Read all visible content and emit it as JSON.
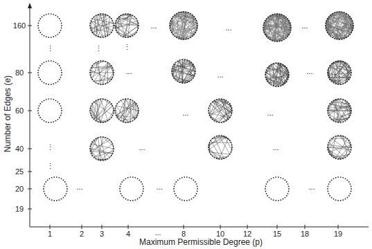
{
  "diagram": {
    "labels": [
      "Number of Edges (e)",
      "Maximum Permissible Degree (p)",
      "160",
      "80",
      "60",
      "40",
      "25",
      "20",
      "19",
      "1",
      "2",
      "3",
      "4",
      "8",
      "10",
      "12",
      "15",
      "18",
      "19",
      "...",
      "...",
      "...",
      "...",
      "...",
      "...",
      "...",
      "...",
      "...",
      "...",
      "...",
      "...",
      "...",
      "...",
      "⋮",
      "⋮",
      "⋮",
      "⋮",
      "⋮"
    ]
  }
}
